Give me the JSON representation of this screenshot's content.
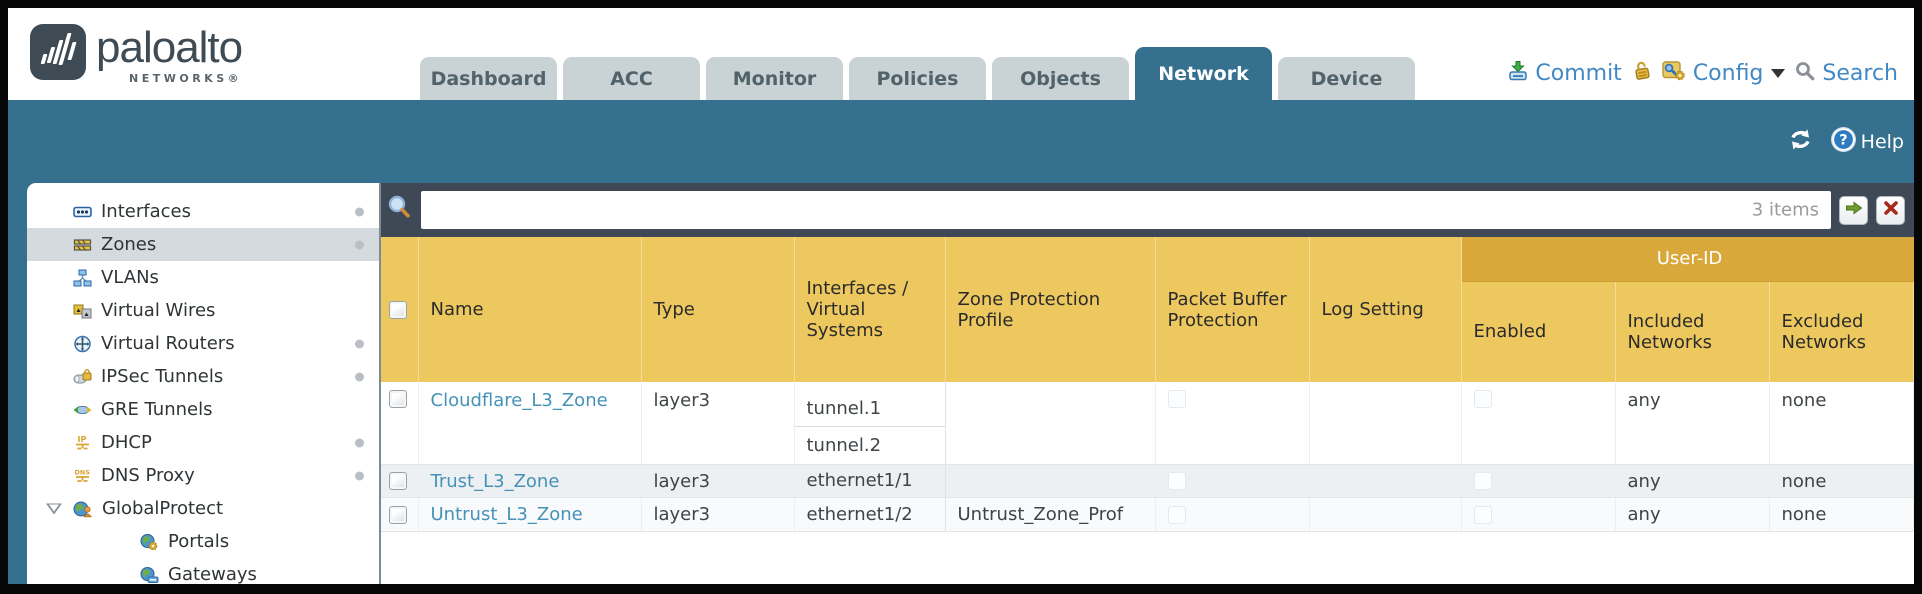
{
  "colors": {
    "accent_teal": "#35708f",
    "header_gold": "#edc85f",
    "user_id_gold": "#d9a83a",
    "link_blue": "#4691b7",
    "action_blue": "#4288c5",
    "filter_bar_bg": "#3e4955"
  },
  "brand": {
    "wordmark": "paloalto",
    "networks": "NETWORKS®"
  },
  "tabs": [
    {
      "label": "Dashboard",
      "active": false
    },
    {
      "label": "ACC",
      "active": false
    },
    {
      "label": "Monitor",
      "active": false
    },
    {
      "label": "Policies",
      "active": false
    },
    {
      "label": "Objects",
      "active": false
    },
    {
      "label": "Network",
      "active": true
    },
    {
      "label": "Device",
      "active": false
    }
  ],
  "header_actions": {
    "commit": "Commit",
    "config": "Config",
    "search": "Search"
  },
  "band": {
    "help_label": "Help"
  },
  "sidebar": {
    "items": [
      {
        "label": "Interfaces",
        "dot": true
      },
      {
        "label": "Zones",
        "dot": true,
        "selected": true
      },
      {
        "label": "VLANs",
        "dot": false
      },
      {
        "label": "Virtual Wires",
        "dot": false
      },
      {
        "label": "Virtual Routers",
        "dot": true
      },
      {
        "label": "IPSec Tunnels",
        "dot": true
      },
      {
        "label": "GRE Tunnels",
        "dot": false
      },
      {
        "label": "DHCP",
        "dot": true
      },
      {
        "label": "DNS Proxy",
        "dot": true
      },
      {
        "label": "GlobalProtect",
        "dot": false,
        "expandable": true
      },
      {
        "label": "Portals",
        "dot": false,
        "child": true
      },
      {
        "label": "Gateways",
        "dot": false,
        "child": true
      }
    ]
  },
  "filter_bar": {
    "input_value": "",
    "items_count": "3 items"
  },
  "table": {
    "headers": {
      "name": "Name",
      "type": "Type",
      "interfaces": "Interfaces / Virtual Systems",
      "zone_protection": "Zone Protection Profile",
      "packet_buffer": "Packet Buffer Protection",
      "log_setting": "Log Setting",
      "user_id_group": "User-ID",
      "enabled": "Enabled",
      "included": "Included Networks",
      "excluded": "Excluded Networks"
    },
    "rows": [
      {
        "name": "Cloudflare_L3_Zone",
        "type": "layer3",
        "interfaces": [
          "tunnel.1",
          "tunnel.2"
        ],
        "zone_protection": "",
        "log_setting": "",
        "included": "any",
        "excluded": "none"
      },
      {
        "name": "Trust_L3_Zone",
        "type": "layer3",
        "interfaces": [
          "ethernet1/1"
        ],
        "zone_protection": "",
        "log_setting": "",
        "included": "any",
        "excluded": "none"
      },
      {
        "name": "Untrust_L3_Zone",
        "type": "layer3",
        "interfaces": [
          "ethernet1/2"
        ],
        "zone_protection": "Untrust_Zone_Prof",
        "log_setting": "",
        "included": "any",
        "excluded": "none"
      }
    ]
  }
}
